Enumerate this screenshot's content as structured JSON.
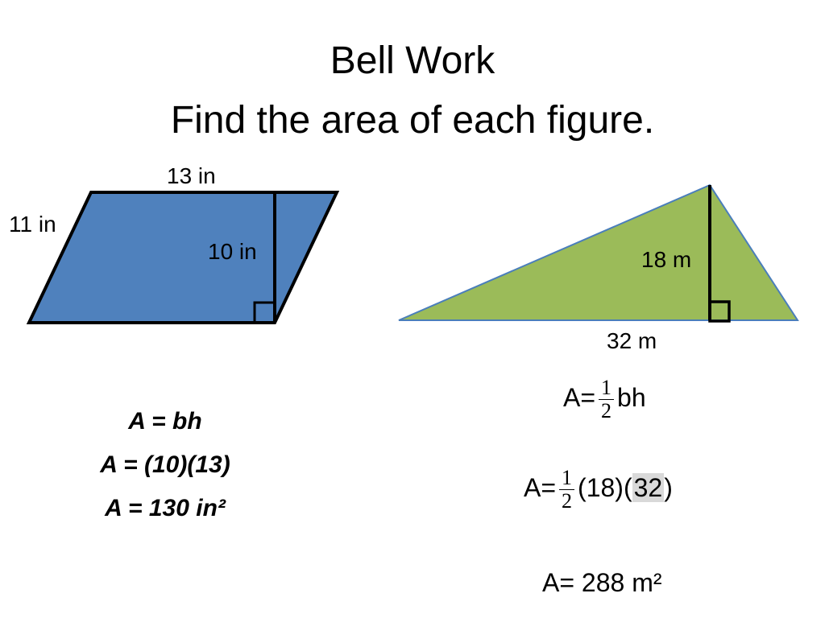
{
  "title": {
    "line1": "Bell Work",
    "line2": "Find the area of each figure."
  },
  "parallelogram": {
    "base_label": "13 in",
    "side_label": "11 in",
    "height_label": "10 in",
    "fill": "#4f81bd",
    "solution": {
      "line1": "A = bh",
      "line2": "A = (10)(13)",
      "line3": "A = 130 in²"
    }
  },
  "triangle": {
    "height_label": "18 m",
    "base_label": "32 m",
    "fill": "#9bbb59",
    "solution": {
      "prefix": "A=",
      "fraction_numerator": "1",
      "fraction_denominator": "2",
      "step1_tail": "bh",
      "step2_open": "(18)(",
      "step2_highlight": "32",
      "step2_close": ")",
      "result": "A= 288 m²"
    }
  }
}
